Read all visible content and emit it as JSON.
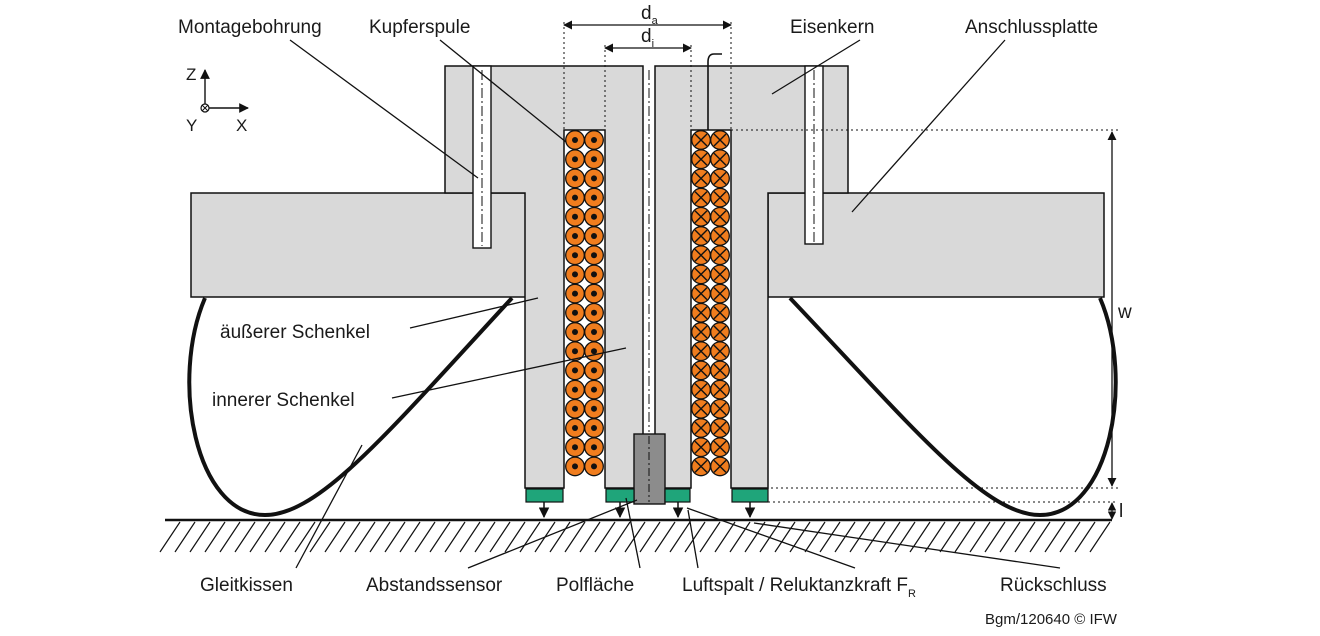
{
  "labels": {
    "montagebohrung": "Montagebohrung",
    "kupferspule": "Kupferspule",
    "eisenkern": "Eisenkern",
    "anschlussplatte": "Anschlussplatte",
    "aeusserer_schenkel": "äußerer Schenkel",
    "innerer_schenkel": "innerer Schenkel",
    "gleitkissen": "Gleitkissen",
    "abstandssensor": "Abstandssensor",
    "polflaeche": "Polfläche",
    "luftspalt": "Luftspalt / Reluktanzkraft F",
    "luftspalt_sub": "R",
    "rueckschluss": "Rückschluss"
  },
  "dimensions": {
    "da": "d",
    "da_sub": "a",
    "di": "d",
    "di_sub": "i",
    "w": "w",
    "l": "l"
  },
  "axes": {
    "z": "Z",
    "x": "X",
    "y": "Y"
  },
  "credit": "Bgm/120640 © IFW",
  "colors": {
    "iron": "#d9d9d9",
    "coil": "#f07d1e",
    "pad": "#1fa57a",
    "sensor": "#8c8c8c",
    "line": "#111111"
  }
}
